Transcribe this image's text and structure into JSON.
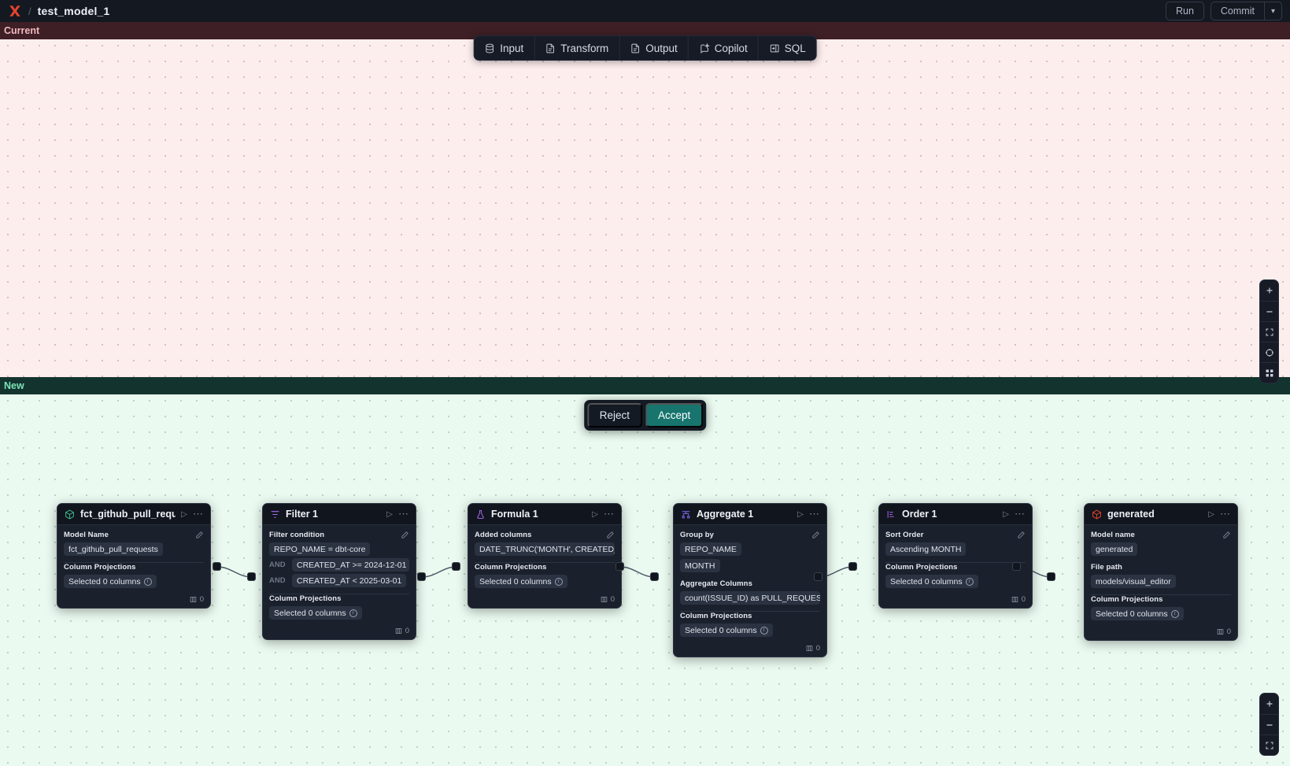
{
  "topbar": {
    "logo_icon": "brand-x-icon",
    "separator": "/",
    "title": "test_model_1",
    "run_label": "Run",
    "commit_label": "Commit",
    "commit_caret_icon": "chevron-down-icon"
  },
  "toolbar": {
    "items": [
      {
        "icon": "database-icon",
        "label": "Input"
      },
      {
        "icon": "document-icon",
        "label": "Transform"
      },
      {
        "icon": "document-icon",
        "label": "Output"
      },
      {
        "icon": "sparkle-chat-icon",
        "label": "Copilot"
      },
      {
        "icon": "sql-panel-icon",
        "label": "SQL"
      }
    ]
  },
  "panes": {
    "current_label": "Current",
    "new_label": "New"
  },
  "decision": {
    "reject_label": "Reject",
    "accept_label": "Accept",
    "accept_color": "#17756e"
  },
  "zoom_controls_top": [
    {
      "icon": "plus-icon"
    },
    {
      "icon": "minus-icon"
    },
    {
      "icon": "fit-screen-icon"
    },
    {
      "icon": "target-lock-icon"
    },
    {
      "icon": "grid-view-icon"
    }
  ],
  "zoom_controls_bottom": [
    {
      "icon": "plus-icon"
    },
    {
      "icon": "minus-icon"
    },
    {
      "icon": "fit-screen-icon"
    }
  ],
  "nodes": [
    {
      "id": "source",
      "icon": "cube-green-icon",
      "title": "fct_github_pull_requests",
      "run_icon": "play-icon",
      "more_icon": "ellipsis-icon",
      "fields": [
        {
          "label": "Model Name",
          "editable": true,
          "chips": [
            "fct_github_pull_requests"
          ]
        },
        {
          "label": "Column Projections",
          "editable": false,
          "chips": [
            "Selected 0 columns"
          ],
          "info": true
        }
      ],
      "row_count": "0",
      "count_icon": "columns-icon"
    },
    {
      "id": "filter",
      "icon": "filter-icon",
      "title": "Filter 1",
      "run_icon": "play-icon",
      "more_icon": "ellipsis-icon",
      "fields": [
        {
          "label": "Filter condition",
          "editable": true,
          "conditions": [
            {
              "keyword": "",
              "text": "REPO_NAME = dbt-core"
            },
            {
              "keyword": "AND",
              "text": "CREATED_AT >= 2024-12-01"
            },
            {
              "keyword": "AND",
              "text": "CREATED_AT < 2025-03-01"
            }
          ]
        },
        {
          "label": "Column Projections",
          "editable": false,
          "chips": [
            "Selected 0 columns"
          ],
          "info": true
        }
      ],
      "row_count": "0",
      "count_icon": "columns-icon"
    },
    {
      "id": "formula",
      "icon": "flask-icon",
      "title": "Formula 1",
      "run_icon": "play-icon",
      "more_icon": "ellipsis-icon",
      "fields": [
        {
          "label": "Added columns",
          "editable": true,
          "chips": [
            "DATE_TRUNC('MONTH', CREATED_AT…"
          ]
        },
        {
          "label": "Column Projections",
          "editable": false,
          "chips": [
            "Selected 0 columns"
          ],
          "info": true
        }
      ],
      "row_count": "0",
      "count_icon": "columns-icon"
    },
    {
      "id": "aggregate",
      "icon": "aggregate-icon",
      "title": "Aggregate 1",
      "run_icon": "play-icon",
      "more_icon": "ellipsis-icon",
      "fields": [
        {
          "label": "Group by",
          "editable": true,
          "chips": [
            "REPO_NAME",
            "MONTH"
          ]
        },
        {
          "label": "Aggregate Columns",
          "editable": false,
          "chips": [
            "count(ISSUE_ID) as PULL_REQUEST_…"
          ]
        },
        {
          "label": "Column Projections",
          "editable": false,
          "chips": [
            "Selected 0 columns"
          ],
          "info": true
        }
      ],
      "row_count": "0",
      "count_icon": "columns-icon"
    },
    {
      "id": "order",
      "icon": "sort-icon",
      "title": "Order 1",
      "run_icon": "play-icon",
      "more_icon": "ellipsis-icon",
      "fields": [
        {
          "label": "Sort Order",
          "editable": true,
          "chips": [
            "Ascending MONTH"
          ]
        },
        {
          "label": "Column Projections",
          "editable": false,
          "chips": [
            "Selected 0 columns"
          ],
          "info": true
        }
      ],
      "row_count": "0",
      "count_icon": "columns-icon"
    },
    {
      "id": "generated",
      "icon": "cube-red-icon",
      "title": "generated",
      "run_icon": "play-icon",
      "more_icon": "ellipsis-icon",
      "fields": [
        {
          "label": "Model name",
          "editable": true,
          "chips": [
            "generated"
          ]
        },
        {
          "label": "File path",
          "editable": false,
          "chips": [
            "models/visual_editor"
          ]
        },
        {
          "label": "Column Projections",
          "editable": false,
          "chips": [
            "Selected 0 columns"
          ],
          "info": true
        }
      ],
      "row_count": "0",
      "count_icon": "columns-icon"
    }
  ]
}
